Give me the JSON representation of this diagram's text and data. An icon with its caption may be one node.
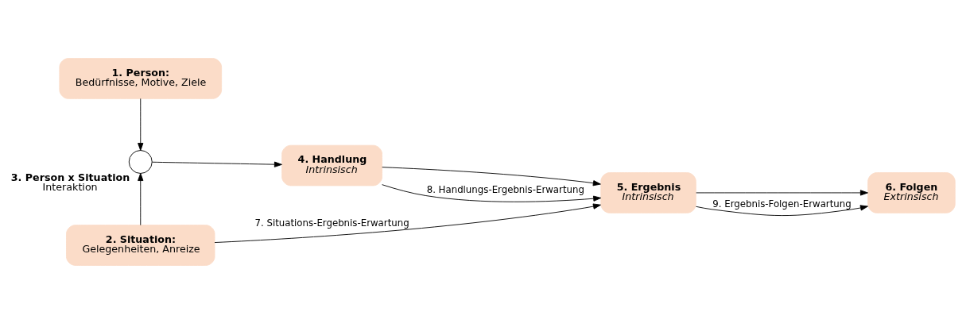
{
  "diagram": {
    "nodes": [
      {
        "text": [
          "1. Person:",
          "Bedürfnisse, Motive, Ziele"
        ]
      },
      {
        "text": [],
        "shape": "circle",
        "beside": [
          "3. Person x Situation",
          "Interaktion"
        ]
      },
      {
        "text": [
          "2. Situation:",
          "Gelegenheiten, Anreize"
        ]
      },
      {
        "text": [
          "4. Handlung",
          "Intrinsisch"
        ]
      },
      {
        "text": [
          "5. Ergebnis",
          "Intrinsisch"
        ]
      },
      {
        "text": [
          "6. Folgen",
          "Extrinsisch"
        ]
      }
    ],
    "edges": [
      {
        "from": 0,
        "to": 1,
        "arrow": "to"
      },
      {
        "from": 2,
        "to": 1,
        "arrow": "to"
      },
      {
        "from": 1,
        "to": 3,
        "arrow": "to"
      },
      {
        "from": 3,
        "to": 4,
        "arrow": "to"
      },
      {
        "from": 3,
        "to": 4,
        "arrow": "to",
        "label": "8. Handlungs-Ergebnis-Erwartung"
      },
      {
        "from": 2,
        "to": 4,
        "arrow": "to",
        "label": "7. Situations-Ergebnis-Erwartung"
      },
      {
        "from": 4,
        "to": 5,
        "arrow": "to"
      },
      {
        "from": 4,
        "to": 5,
        "arrow": "to",
        "label": "9. Ergebnis-Folgen-Erwartung"
      }
    ]
  }
}
